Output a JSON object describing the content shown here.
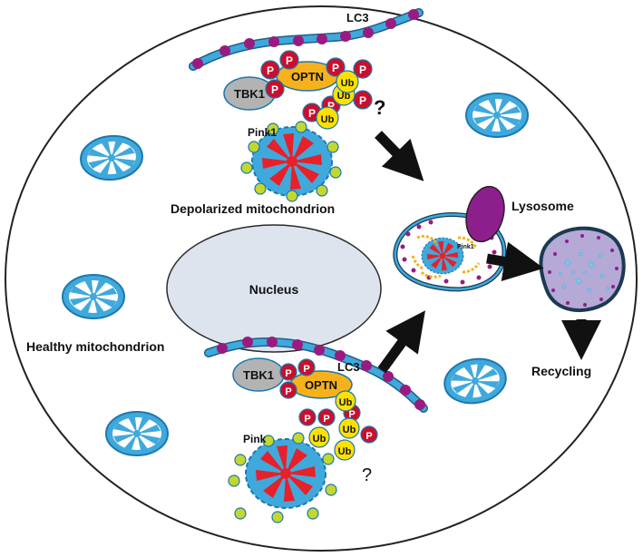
{
  "labels": {
    "lc3_top": "LC3",
    "lc3_bottom": "LC3",
    "tbk1_top": "TBK1",
    "tbk1_bottom": "TBK1",
    "optn_top": "OPTN",
    "optn_bottom": "OPTN",
    "pink1_top": "Pink1",
    "pink_bottom": "Pink",
    "pink1_phagosome": "Pink1",
    "question_top": "?",
    "question_bottom": "?",
    "depolarized": "Depolarized mitochondrion",
    "lysosome": "Lysosome",
    "nucleus": "Nucleus",
    "healthy": "Healthy mitochondrion",
    "recycling": "Recycling",
    "phospho": "P",
    "ubiquitin": "Ub"
  },
  "colors": {
    "membrane_blue": "#3fa9dc",
    "lc3_purple": "#9a1b7f",
    "phospho_red": "#c8102e",
    "optn_orange": "#f7b21b",
    "ub_yellow": "#ffe100",
    "tbk1_gray": "#b3b3b3",
    "pink_green": "#c3d72d",
    "mito_red": "#e8202a",
    "nucleus_fill": "#dde4ee",
    "lysosome_purple": "#8d1f8c",
    "autolysosome_fill": "#b5a9d6",
    "arrow_black": "#111111"
  }
}
